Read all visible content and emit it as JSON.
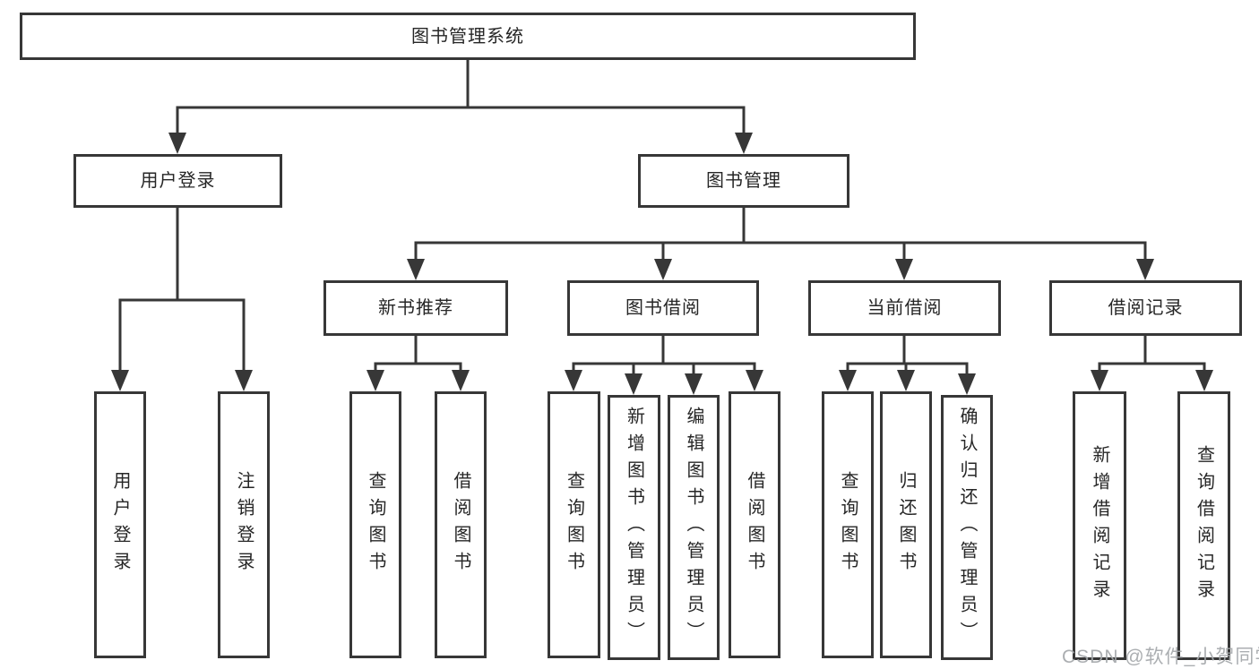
{
  "diagram": {
    "type": "hierarchy-tree",
    "watermark": "CSDN @软件_小贺同学",
    "colors": {
      "line": "#373737",
      "box_border": "#373737",
      "text": "#262626",
      "background": "#ffffff",
      "watermark": "#a4a8ab"
    },
    "tree": {
      "label": "图书管理系统",
      "children": [
        {
          "label": "用户登录",
          "children": [
            {
              "label": "用户登录"
            },
            {
              "label": "注销登录"
            }
          ]
        },
        {
          "label": "图书管理",
          "children": [
            {
              "label": "新书推荐",
              "children": [
                {
                  "label": "查询图书"
                },
                {
                  "label": "借阅图书"
                }
              ]
            },
            {
              "label": "图书借阅",
              "children": [
                {
                  "label": "查询图书"
                },
                {
                  "label": "新增图书（管理员）"
                },
                {
                  "label": "编辑图书（管理员）"
                },
                {
                  "label": "借阅图书"
                }
              ]
            },
            {
              "label": "当前借阅",
              "children": [
                {
                  "label": "查询图书"
                },
                {
                  "label": "归还图书"
                },
                {
                  "label": "确认归还（管理员）"
                }
              ]
            },
            {
              "label": "借阅记录",
              "children": [
                {
                  "label": "新增借阅记录"
                },
                {
                  "label": "查询借阅记录"
                }
              ]
            }
          ]
        }
      ]
    }
  }
}
